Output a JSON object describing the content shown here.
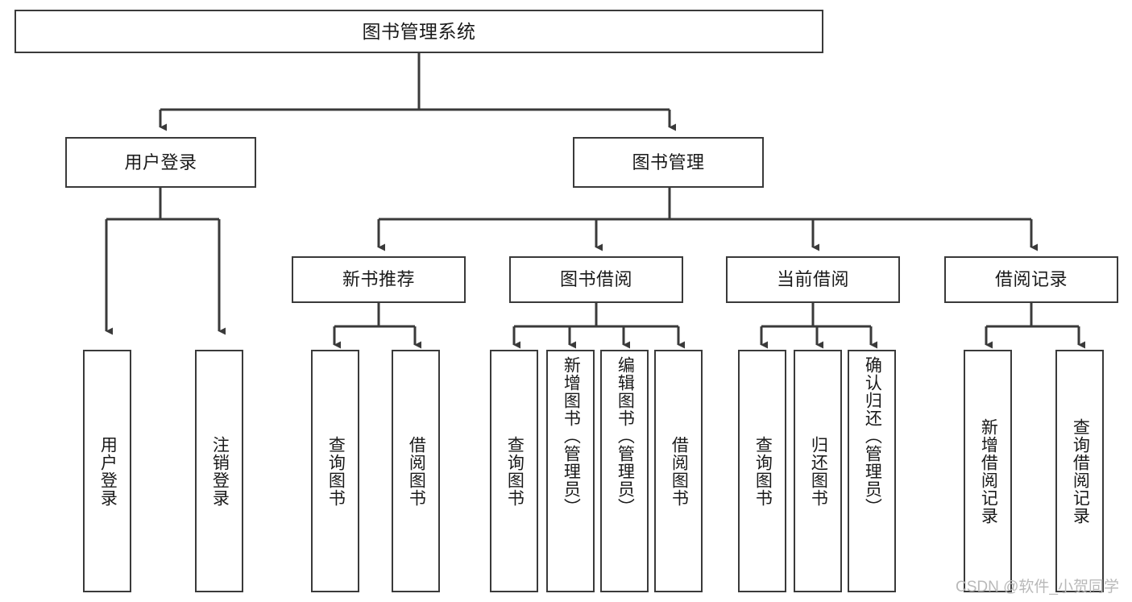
{
  "diagram": {
    "title": "图书管理系统",
    "type": "tree-hierarchy-diagram",
    "colors": {
      "background": "#ffffff",
      "box_border": "#3a3a3a",
      "box_fill": "#ffffff",
      "text": "#1a1a1a",
      "connector": "#3a3a3a",
      "watermark": "#b9b9b9"
    },
    "nodes": {
      "root": {
        "label": "图书管理系统"
      },
      "level2": [
        {
          "id": "user-login",
          "label": "用户登录"
        },
        {
          "id": "book-management",
          "label": "图书管理"
        }
      ],
      "level3": [
        {
          "id": "new-book-recommend",
          "label": "新书推荐"
        },
        {
          "id": "book-borrow",
          "label": "图书借阅"
        },
        {
          "id": "current-borrow",
          "label": "当前借阅"
        },
        {
          "id": "borrow-record",
          "label": "借阅记录"
        }
      ],
      "leaves": {
        "user_login": [
          {
            "id": "leaf-user-login",
            "label": "用户登录"
          },
          {
            "id": "leaf-logout-login",
            "label": "注销登录"
          }
        ],
        "new_book_recommend": [
          {
            "id": "leaf-query-book-1",
            "label": "查询图书"
          },
          {
            "id": "leaf-borrow-book-1",
            "label": "借阅图书"
          }
        ],
        "book_borrow": [
          {
            "id": "leaf-query-book-2",
            "label": "查询图书"
          },
          {
            "id": "leaf-add-book",
            "label": "新增图书（管理员）"
          },
          {
            "id": "leaf-edit-book",
            "label": "编辑图书（管理员）"
          },
          {
            "id": "leaf-borrow-book-2",
            "label": "借阅图书"
          }
        ],
        "current_borrow": [
          {
            "id": "leaf-query-book-3",
            "label": "查询图书"
          },
          {
            "id": "leaf-return-book",
            "label": "归还图书"
          },
          {
            "id": "leaf-confirm-return",
            "label": "确认归还（管理员）"
          }
        ],
        "borrow_record": [
          {
            "id": "leaf-add-borrow-record",
            "label": "新增借阅记录"
          },
          {
            "id": "leaf-query-borrow-record",
            "label": "查询借阅记录"
          }
        ]
      }
    },
    "watermark": "CSDN @软件_小贺同学"
  }
}
